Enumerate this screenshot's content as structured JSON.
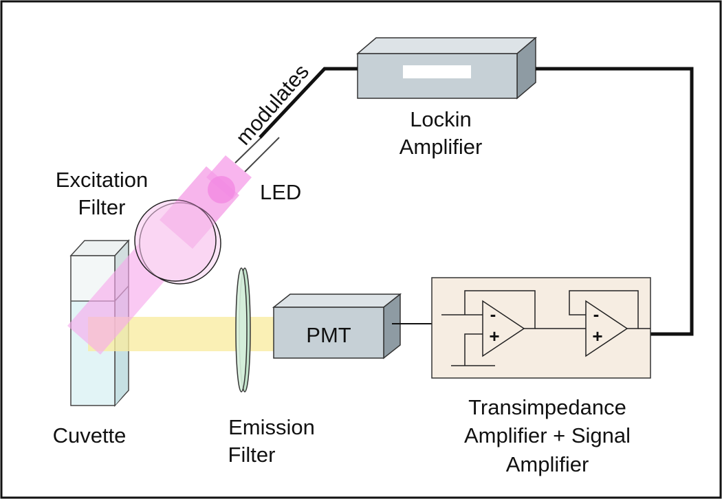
{
  "labels": {
    "lockin_line1": "Lockin",
    "lockin_line2": "Amplifier",
    "modulates": "modulates",
    "led": "LED",
    "excitation_line1": "Excitation",
    "excitation_line2": "Filter",
    "cuvette": "Cuvette",
    "emission_line1": "Emission",
    "emission_line2": "Filter",
    "pmt": "PMT",
    "amp_line1": "Transimpedance",
    "amp_line2": "Amplifier + Signal",
    "amp_line3": "Amplifier",
    "opamp1_minus": "-",
    "opamp1_plus": "+",
    "opamp2_minus": "-",
    "opamp2_plus": "+"
  },
  "colors": {
    "box_front": "#c6d0d6",
    "box_top": "#dde3e7",
    "box_side": "#8e9ba3",
    "excitation_beam": "#f7a8ec",
    "emission_beam": "#f8eca0",
    "amp_panel": "#f6ede2",
    "emission_filter": "#d6eedc",
    "wire": "#111111"
  }
}
